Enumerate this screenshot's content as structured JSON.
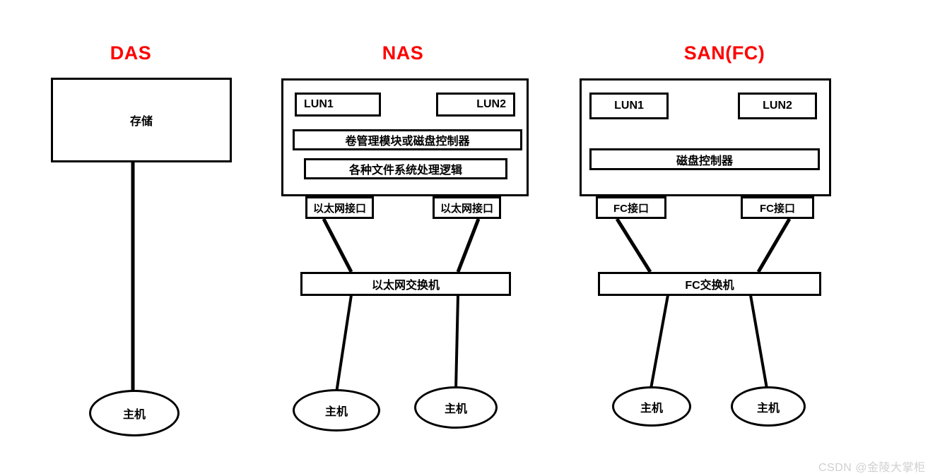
{
  "diagram": {
    "background_color": "#ffffff",
    "stroke_color": "#000000",
    "title_color": "#fe0000",
    "watermark_text": "CSDN @金陵大掌柜"
  },
  "sections": [
    {
      "id": "das",
      "title": "DAS",
      "storage_label": "存储",
      "hosts": [
        {
          "label": "主机"
        }
      ]
    },
    {
      "id": "nas",
      "title": "NAS",
      "luns": [
        {
          "label": "LUN1"
        },
        {
          "label": "LUN2"
        }
      ],
      "layers": [
        {
          "label": "卷管理模块或磁盘控制器"
        },
        {
          "label": "各种文件系统处理逻辑"
        }
      ],
      "ports": [
        {
          "label": "以太网接口"
        },
        {
          "label": "以太网接口"
        }
      ],
      "switch": {
        "label": "以太网交换机"
      },
      "hosts": [
        {
          "label": "主机"
        },
        {
          "label": "主机"
        }
      ]
    },
    {
      "id": "san",
      "title": "SAN(FC)",
      "luns": [
        {
          "label": "LUN1"
        },
        {
          "label": "LUN2"
        }
      ],
      "layers": [
        {
          "label": "磁盘控制器"
        }
      ],
      "ports": [
        {
          "label": "FC接口"
        },
        {
          "label": "FC接口"
        }
      ],
      "switch": {
        "label": "FC交换机"
      },
      "hosts": [
        {
          "label": "主机"
        },
        {
          "label": "主机"
        }
      ]
    }
  ]
}
